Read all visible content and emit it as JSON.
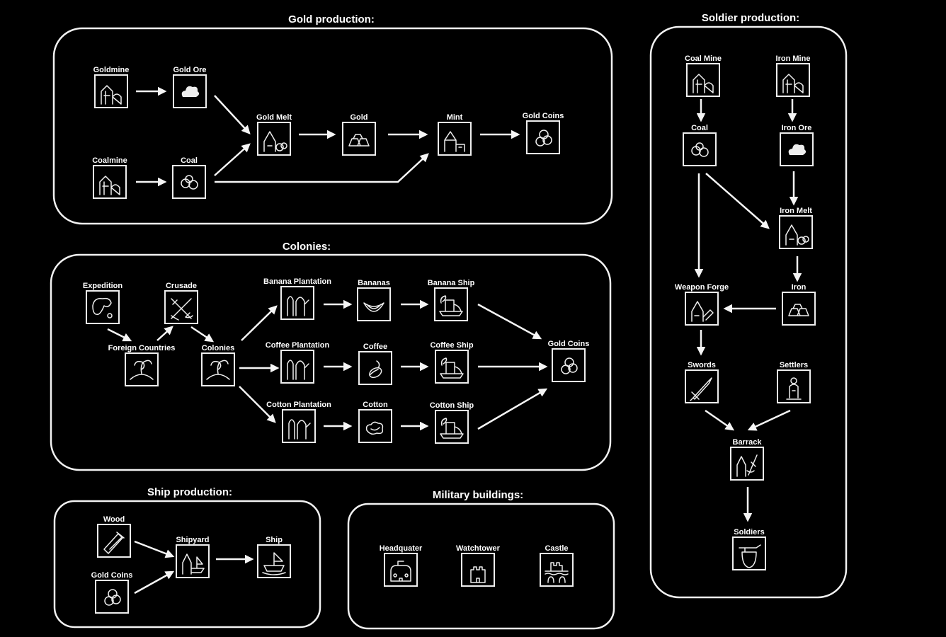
{
  "title": "Production chains diagram",
  "panels": [
    {
      "id": "gold",
      "title": "Gold production:",
      "nodes": [
        {
          "id": "goldmine",
          "label": "Goldmine",
          "icon": "mine-icon"
        },
        {
          "id": "goldore",
          "label": "Gold Ore",
          "icon": "ore-icon"
        },
        {
          "id": "coalmine",
          "label": "Coalmine",
          "icon": "mine-icon"
        },
        {
          "id": "coal",
          "label": "Coal",
          "icon": "coal-icon"
        },
        {
          "id": "goldmelt",
          "label": "Gold Melt",
          "icon": "smelter-icon"
        },
        {
          "id": "gold",
          "label": "Gold",
          "icon": "ingot-icon"
        },
        {
          "id": "mint",
          "label": "Mint",
          "icon": "building-icon"
        },
        {
          "id": "goldcoins",
          "label": "Gold Coins",
          "icon": "coins-icon"
        }
      ],
      "edges": [
        [
          "goldmine",
          "goldore"
        ],
        [
          "coalmine",
          "coal"
        ],
        [
          "goldore",
          "goldmelt"
        ],
        [
          "coal",
          "goldmelt"
        ],
        [
          "goldmelt",
          "gold"
        ],
        [
          "gold",
          "mint"
        ],
        [
          "coal",
          "mint"
        ],
        [
          "mint",
          "goldcoins"
        ]
      ]
    },
    {
      "id": "colonies",
      "title": "Colonies:",
      "nodes": [
        {
          "id": "expedition",
          "label": "Expedition",
          "icon": "map-icon"
        },
        {
          "id": "crusade",
          "label": "Crusade",
          "icon": "crossed-swords-icon"
        },
        {
          "id": "foreign",
          "label": "Foreign Countries",
          "icon": "island-icon"
        },
        {
          "id": "colonies",
          "label": "Colonies",
          "icon": "island-icon"
        },
        {
          "id": "bananaplant",
          "label": "Banana Plantation",
          "icon": "plantation-icon"
        },
        {
          "id": "coffeeplant",
          "label": "Coffee Plantation",
          "icon": "plantation-icon"
        },
        {
          "id": "cottonplant",
          "label": "Cotton Plantation",
          "icon": "plantation-icon"
        },
        {
          "id": "bananas",
          "label": "Bananas",
          "icon": "banana-icon"
        },
        {
          "id": "coffee",
          "label": "Coffee",
          "icon": "coffee-bean-icon"
        },
        {
          "id": "cotton",
          "label": "Cotton",
          "icon": "cotton-icon"
        },
        {
          "id": "bananaship",
          "label": "Banana Ship",
          "icon": "cargo-ship-icon"
        },
        {
          "id": "coffeeship",
          "label": "Coffee Ship",
          "icon": "cargo-ship-icon"
        },
        {
          "id": "cottonship",
          "label": "Cotton Ship",
          "icon": "cargo-ship-icon"
        },
        {
          "id": "goldcoins2",
          "label": "Gold Coins",
          "icon": "coins-icon"
        }
      ],
      "edges": [
        [
          "expedition",
          "foreign"
        ],
        [
          "foreign",
          "crusade"
        ],
        [
          "crusade",
          "colonies"
        ],
        [
          "colonies",
          "bananaplant"
        ],
        [
          "colonies",
          "coffeeplant"
        ],
        [
          "colonies",
          "cottonplant"
        ],
        [
          "bananaplant",
          "bananas"
        ],
        [
          "coffeeplant",
          "coffee"
        ],
        [
          "cottonplant",
          "cotton"
        ],
        [
          "bananas",
          "bananaship"
        ],
        [
          "coffee",
          "coffeeship"
        ],
        [
          "cotton",
          "cottonship"
        ],
        [
          "bananaship",
          "goldcoins2"
        ],
        [
          "coffeeship",
          "goldcoins2"
        ],
        [
          "cottonship",
          "goldcoins2"
        ]
      ]
    },
    {
      "id": "ship",
      "title": "Ship production:",
      "nodes": [
        {
          "id": "wood",
          "label": "Wood",
          "icon": "wood-icon"
        },
        {
          "id": "goldcoins3",
          "label": "Gold Coins",
          "icon": "coins-icon"
        },
        {
          "id": "shipyard",
          "label": "Shipyard",
          "icon": "shipyard-icon"
        },
        {
          "id": "shipitem",
          "label": "Ship",
          "icon": "ship-icon"
        }
      ],
      "edges": [
        [
          "wood",
          "shipyard"
        ],
        [
          "goldcoins3",
          "shipyard"
        ],
        [
          "shipyard",
          "shipitem"
        ]
      ]
    },
    {
      "id": "military",
      "title": "Military buildings:",
      "nodes": [
        {
          "id": "hq",
          "label": "Headquater",
          "icon": "headquarters-icon"
        },
        {
          "id": "watchtower",
          "label": "Watchtower",
          "icon": "tower-icon"
        },
        {
          "id": "castle",
          "label": "Castle",
          "icon": "castle-icon"
        }
      ],
      "edges": []
    },
    {
      "id": "soldier",
      "title": "Soldier production:",
      "nodes": [
        {
          "id": "coalmine2",
          "label": "Coal Mine",
          "icon": "mine-icon"
        },
        {
          "id": "ironmine",
          "label": "Iron Mine",
          "icon": "mine-icon"
        },
        {
          "id": "coal2",
          "label": "Coal",
          "icon": "coal-icon"
        },
        {
          "id": "ironore",
          "label": "Iron Ore",
          "icon": "ore-icon"
        },
        {
          "id": "ironmelt",
          "label": "Iron Melt",
          "icon": "smelter-icon"
        },
        {
          "id": "iron",
          "label": "Iron",
          "icon": "ingot-icon"
        },
        {
          "id": "forge",
          "label": "Weapon Forge",
          "icon": "forge-icon"
        },
        {
          "id": "swords",
          "label": "Swords",
          "icon": "sword-icon"
        },
        {
          "id": "settlers",
          "label": "Settlers",
          "icon": "settler-icon"
        },
        {
          "id": "barrack",
          "label": "Barrack",
          "icon": "barrack-icon"
        },
        {
          "id": "soldiers",
          "label": "Soldiers",
          "icon": "helmet-icon"
        }
      ],
      "edges": [
        [
          "coalmine2",
          "coal2"
        ],
        [
          "ironmine",
          "ironore"
        ],
        [
          "ironore",
          "ironmelt"
        ],
        [
          "coal2",
          "ironmelt"
        ],
        [
          "coal2",
          "forge"
        ],
        [
          "ironmelt",
          "iron"
        ],
        [
          "iron",
          "forge"
        ],
        [
          "forge",
          "swords"
        ],
        [
          "swords",
          "barrack"
        ],
        [
          "settlers",
          "barrack"
        ],
        [
          "barrack",
          "soldiers"
        ]
      ]
    }
  ]
}
